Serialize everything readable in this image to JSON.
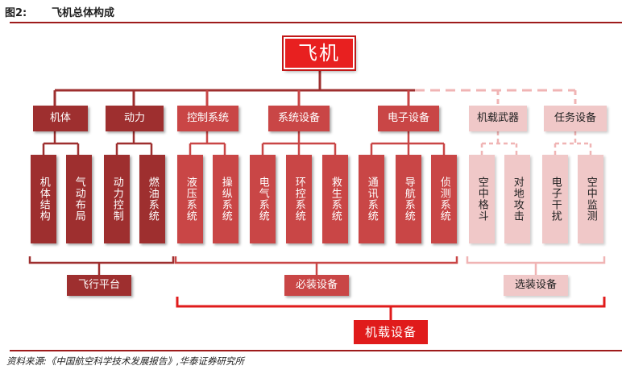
{
  "header": {
    "figure_label": "图2:",
    "figure_title": "飞机总体构成"
  },
  "colors": {
    "dark_red": "#9e2f2f",
    "medium_red": "#c94646",
    "pink": "#f0c8c8",
    "bright_red": "#e82020"
  },
  "diagram": {
    "root": "飞机",
    "groups": [
      {
        "label": "机体",
        "items": [
          "机体结构",
          "气动布局"
        ]
      },
      {
        "label": "动力",
        "items": [
          "动力控制",
          "燃油系统"
        ]
      },
      {
        "label": "控制系统",
        "items": [
          "液压系统",
          "操纵系统"
        ]
      },
      {
        "label": "系统设备",
        "items": [
          "电气系统",
          "环控系统",
          "救生系统"
        ]
      },
      {
        "label": "电子设备",
        "items": [
          "通讯系统",
          "导航系统",
          "侦测系统"
        ]
      },
      {
        "label": "机载武器",
        "items": [
          "空中格斗",
          "对地攻击"
        ]
      },
      {
        "label": "任务设备",
        "items": [
          "电子干扰",
          "空中监测"
        ]
      }
    ],
    "categories": {
      "platform": "飞行平台",
      "required": "必装设备",
      "optional": "选装设备",
      "airborne": "机载设备"
    }
  },
  "footer": {
    "source": "资料来源:《中国航空科学技术发展报告》,华泰证券研究所"
  }
}
